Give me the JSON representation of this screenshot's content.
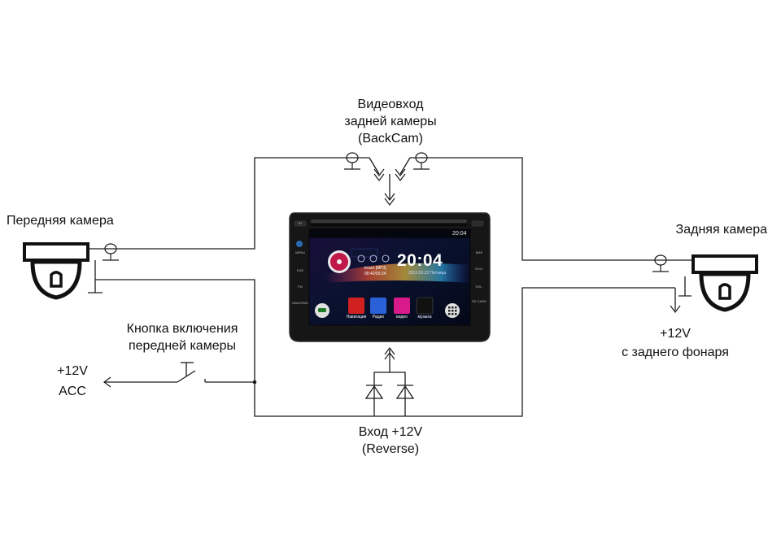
{
  "labels": {
    "video_input": [
      "Видеовход",
      "задней камеры",
      "(BackCam)"
    ],
    "front_camera": "Передняя камера",
    "rear_camera": "Задняя камера",
    "button": [
      "Кнопка включения",
      "передней камеры"
    ],
    "acc": [
      "+12V",
      "ACC"
    ],
    "rear_lamp": [
      "+12V",
      "с заднего фонаря"
    ],
    "reverse": [
      "Вход +12V",
      "(Reverse)"
    ]
  },
  "head_unit": {
    "clock": "20:04",
    "status_time": "20:04",
    "date": "2012.03.22 Пятница",
    "track": "kruze [MP3]",
    "progress": "00:42/03:24",
    "apps": [
      "Навигация",
      "Радио",
      "видео",
      "музыка"
    ],
    "side_buttons_left": [
      "BT",
      "MENU",
      "DVD",
      "FM",
      "NAVI/GMS"
    ],
    "side_buttons_right": [
      "MAP",
      "VOL+",
      "VOL-",
      "SD CARD"
    ]
  },
  "colors": {
    "line": "#1a1a1a",
    "bezel": "#161616",
    "screen_bg": "#0b0f24"
  },
  "icons": {
    "front_camera": "dome-camera-icon",
    "rear_camera": "dome-camera-icon",
    "ground": "ground-icon",
    "diode": "diode-icon",
    "switch": "push-button-switch-icon"
  }
}
